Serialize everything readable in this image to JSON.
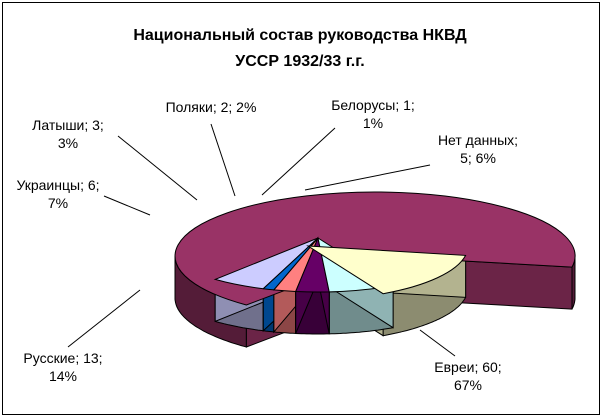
{
  "chart_data": {
    "type": "pie",
    "title_lines": [
      "Национальный состав руководства НКВД",
      "УССР 1932/33 г.г."
    ],
    "slices": [
      {
        "name": "Евреи",
        "count": 60,
        "percent": 67,
        "color": "#993366",
        "label_lines": [
          "Евреи; 60;",
          "67%"
        ]
      },
      {
        "name": "Нет данных",
        "count": 5,
        "percent": 6,
        "color": "#CCCCFF",
        "label_lines": [
          "Нет данных;",
          "5; 6%"
        ]
      },
      {
        "name": "Белорусы",
        "count": 1,
        "percent": 1,
        "color": "#0066CC",
        "label_lines": [
          "Белорусы; 1;",
          "1%"
        ]
      },
      {
        "name": "Поляки",
        "count": 2,
        "percent": 2,
        "color": "#FF8080",
        "label_lines": [
          "Поляки; 2; 2%"
        ]
      },
      {
        "name": "Латыши",
        "count": 3,
        "percent": 3,
        "color": "#660066",
        "label_lines": [
          "Латыши; 3;",
          "3%"
        ]
      },
      {
        "name": "Украинцы",
        "count": 6,
        "percent": 7,
        "color": "#CCFFFF",
        "label_lines": [
          "Украинцы; 6;",
          "7%"
        ]
      },
      {
        "name": "Русские",
        "count": 13,
        "percent": 14,
        "color": "#FFFFCC",
        "label_lines": [
          "Русские; 13;",
          "14%"
        ]
      }
    ],
    "legend": "none",
    "style": "3d-exploded-pie"
  }
}
